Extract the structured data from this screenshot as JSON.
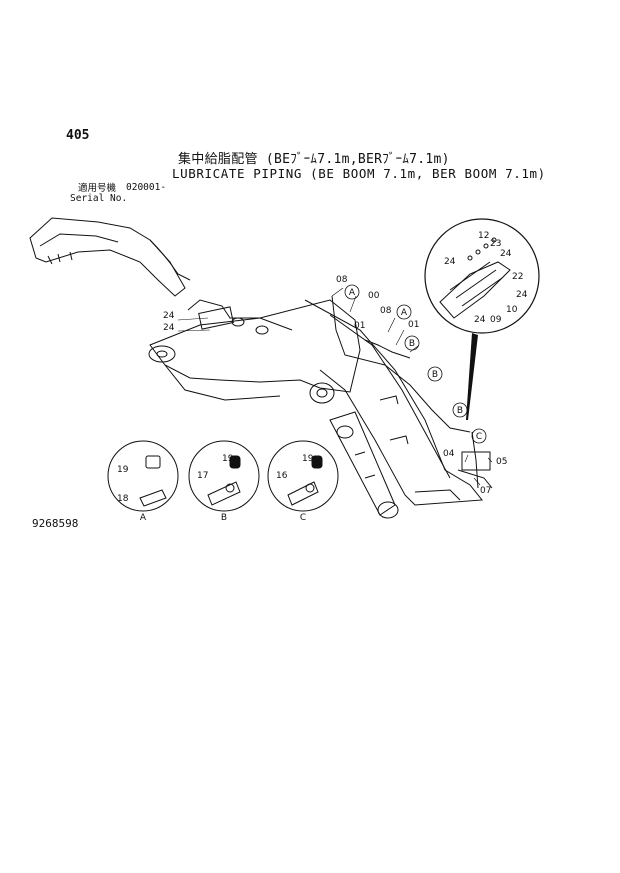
{
  "page_number": "405",
  "title_japanese": "集中給脂配管 (BEﾌﾞｰﾑ7.1m,BERﾌﾞｰﾑ7.1m)",
  "title_english": "LUBRICATE PIPING (BE BOOM 7.1m, BER BOOM 7.1m)",
  "serial_label_japanese": "適用号機",
  "serial_code": "020001-",
  "serial_label_english": "Serial No.",
  "drawing_number": "9268598",
  "detail_circles": [
    {
      "label": "A",
      "parts": [
        "19",
        "18"
      ]
    },
    {
      "label": "B",
      "parts": [
        "19",
        "17"
      ]
    },
    {
      "label": "C",
      "parts": [
        "19",
        "16"
      ]
    }
  ],
  "main_callouts": [
    "A",
    "B",
    "B",
    "B",
    "C"
  ],
  "part_numbers": {
    "left_fitting_top": "24",
    "left_fitting_bottom": "24",
    "top_08": "08",
    "top_00": "00",
    "top_01a": "01",
    "top_08b": "08",
    "top_01b": "01",
    "bottom_04": "04",
    "bottom_05": "05",
    "bottom_07": "07"
  },
  "inset_parts": [
    "12",
    "23",
    "24",
    "24",
    "22",
    "24",
    "10",
    "24",
    "09"
  ],
  "colors": {
    "ink": "#111111",
    "background": "#ffffff"
  }
}
